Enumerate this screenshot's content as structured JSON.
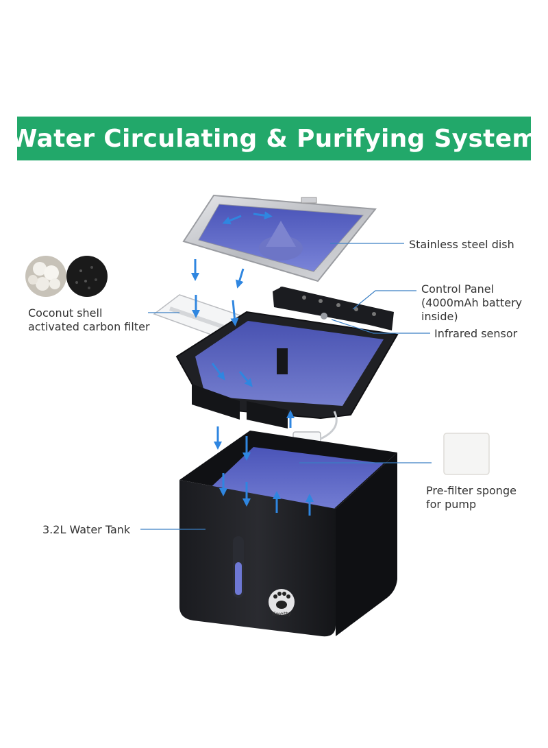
{
  "header": {
    "title": "Water Circulating & Purifying System"
  },
  "labels": {
    "dish": "Stainless steel dish",
    "control_panel": [
      "Control Panel",
      "(4000mAh battery",
      "inside)"
    ],
    "infrared": "Infrared sensor",
    "filter": [
      "Coconut shell",
      "activated carbon filter"
    ],
    "sponge": [
      "Pre-filter sponge",
      "for pump"
    ],
    "tank": "3.2L Water Tank"
  },
  "logo": {
    "text": "Kwetty"
  },
  "colors": {
    "banner": "#22a86a",
    "arrow": "#2f86e0",
    "water": "#5b66c6",
    "body": "#1d1e22",
    "steel": "#c9cbcf",
    "leader": "#3b7fc4"
  }
}
